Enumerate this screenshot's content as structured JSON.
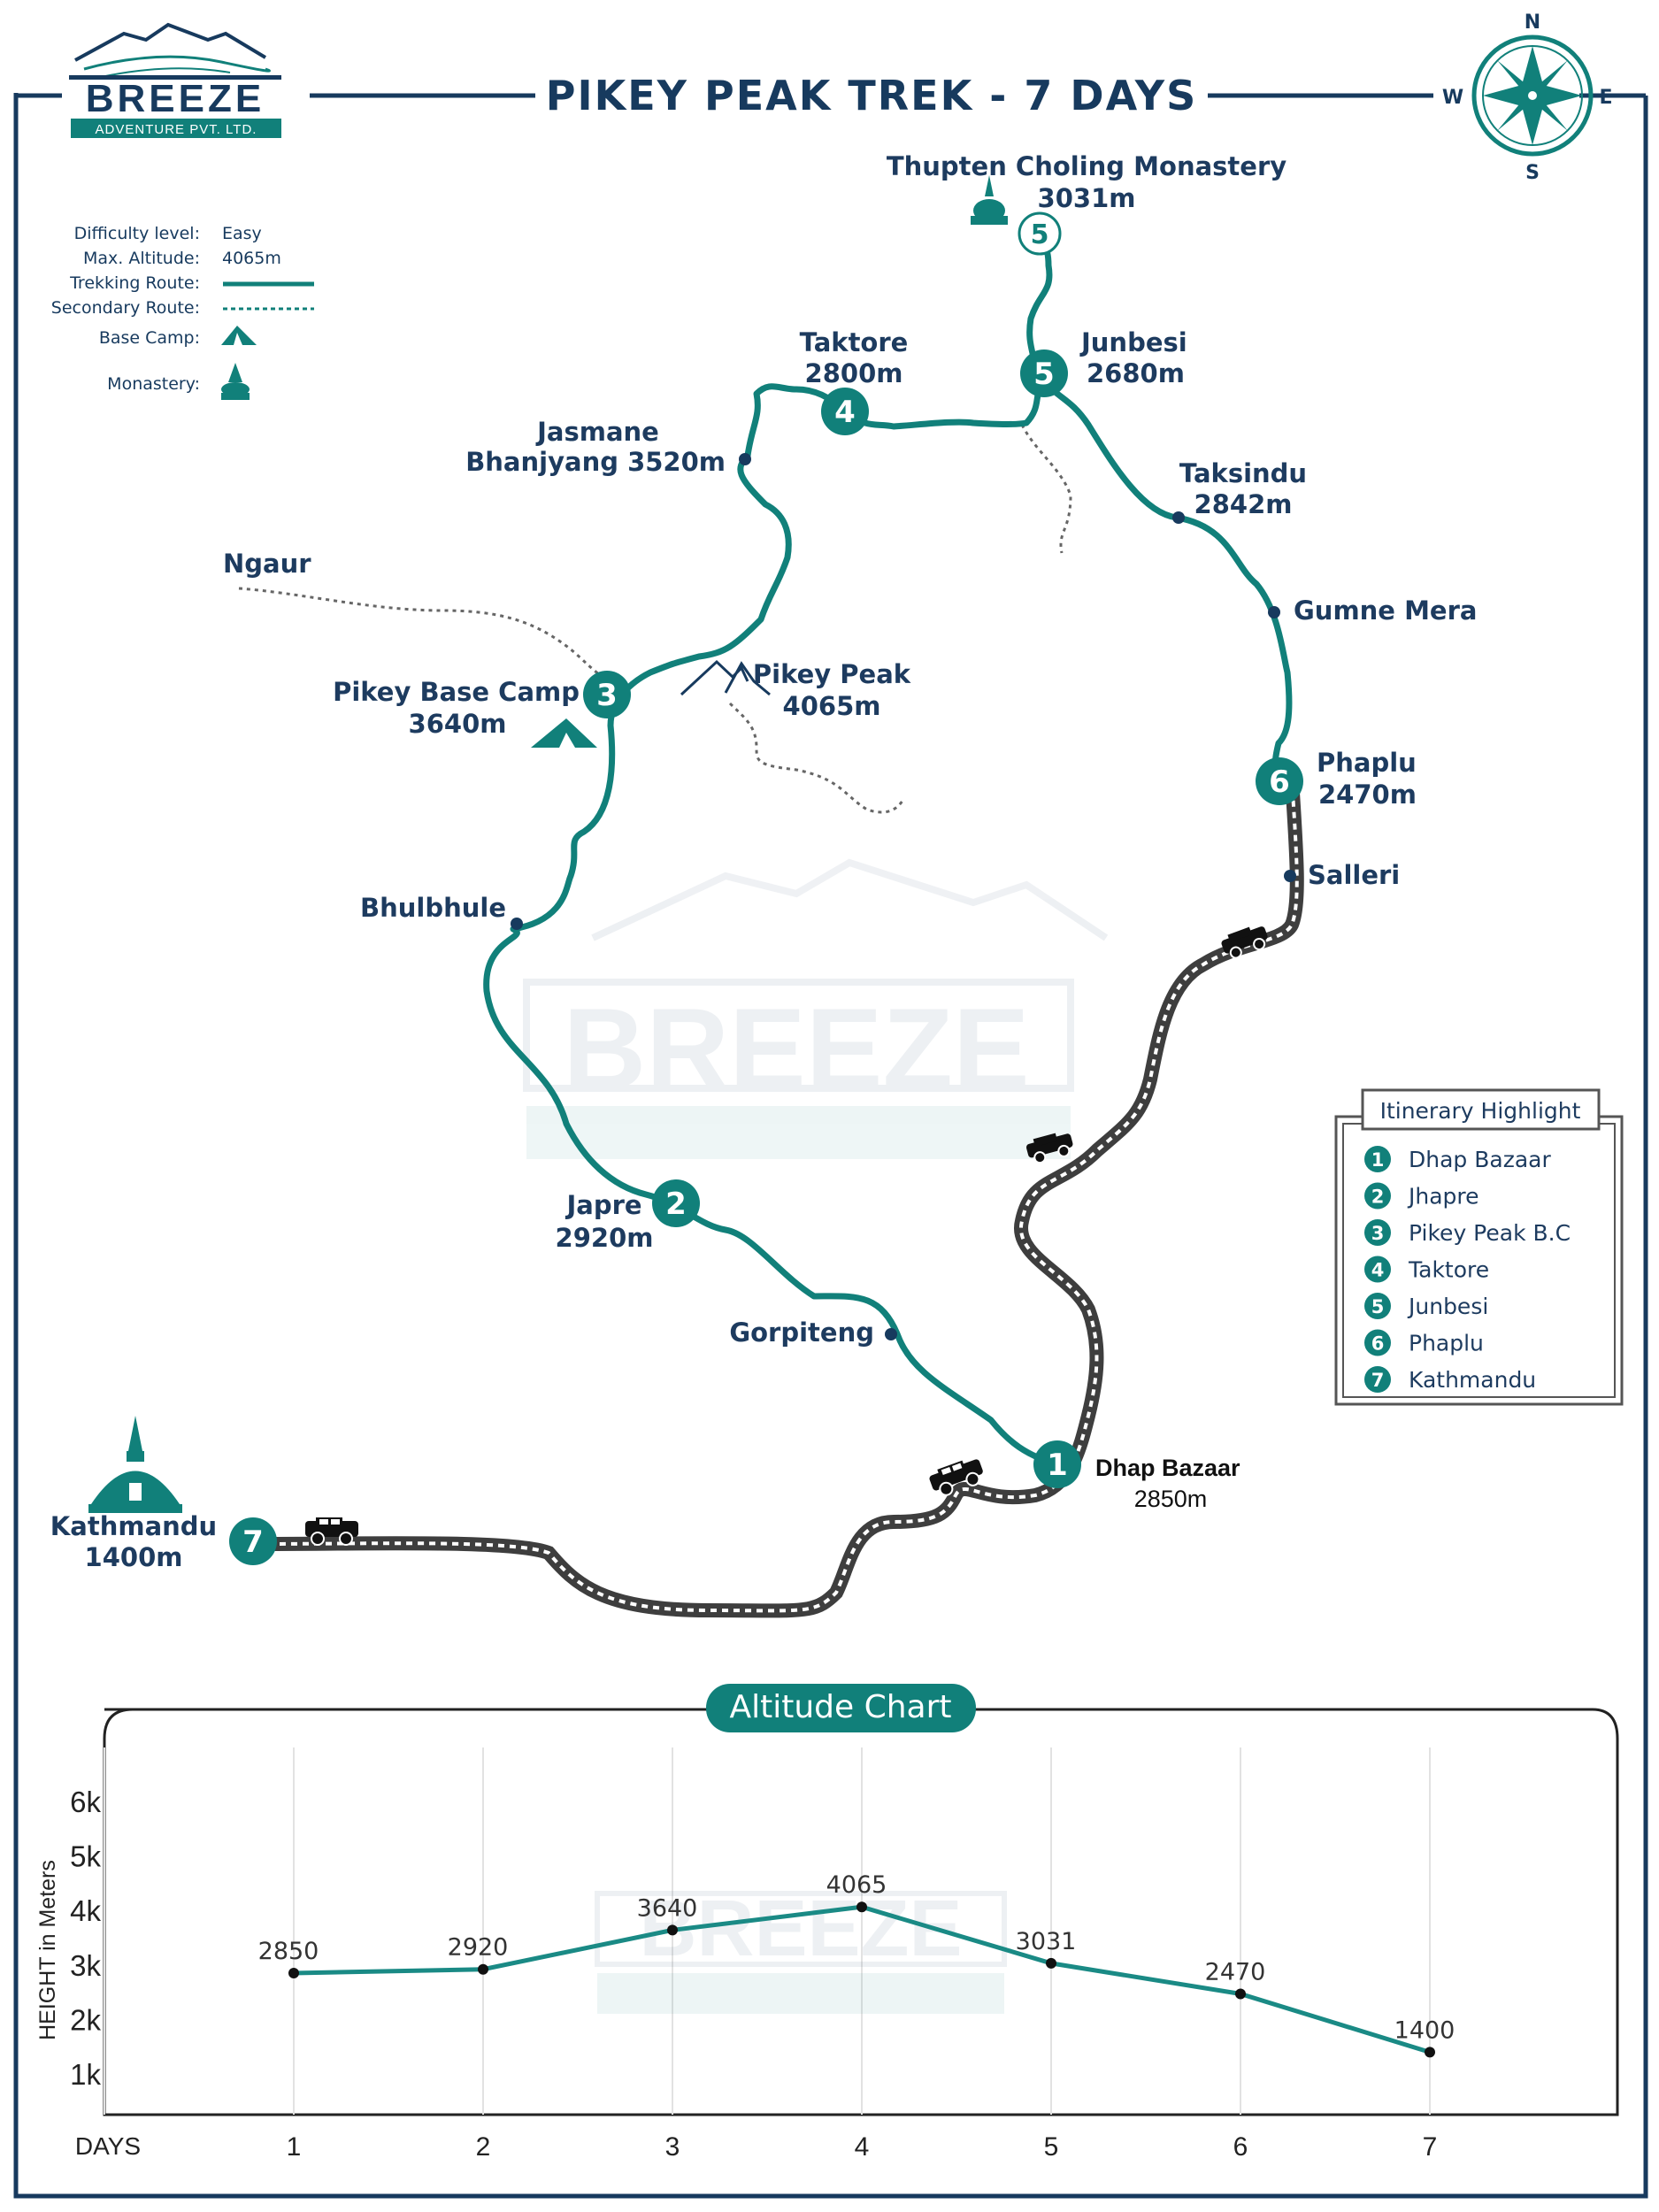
{
  "title": "PIKEY PEAK TREK - 7 DAYS",
  "logo": {
    "name": "BREEZE",
    "sub": "ADVENTURE PVT. LTD."
  },
  "compass": {
    "n": "N",
    "s": "S",
    "e": "E",
    "w": "W"
  },
  "legend": {
    "difficulty_label": "Difficulty level:",
    "difficulty_value": "Easy",
    "altitude_label": "Max. Altitude:",
    "altitude_value": "4065m",
    "trekking_label": "Trekking Route:",
    "secondary_label": "Secondary Route:",
    "basecamp_label": "Base Camp:",
    "monastery_label": "Monastery:"
  },
  "places": {
    "thupten_name": "Thupten Choling Monastery",
    "thupten_alt": "3031m",
    "taktore_name": "Taktore",
    "taktore_alt": "2800m",
    "junbesi_name": "Junbesi",
    "junbesi_alt": "2680m",
    "jasmane_name": "Jasmane",
    "jasmane_alt": "Bhanjyang 3520m",
    "taksindu_name": "Taksindu",
    "taksindu_alt": "2842m",
    "ngaur": "Ngaur",
    "gumne": "Gumne Mera",
    "pikeybc_name": "Pikey Base Camp",
    "pikeybc_alt": "3640m",
    "pikeypeak_name": "Pikey Peak",
    "pikeypeak_alt": "4065m",
    "phaplu_name": "Phaplu",
    "phaplu_alt": "2470m",
    "salleri": "Salleri",
    "bhulbhule": "Bhulbhule",
    "japre_name": "Japre",
    "japre_alt": "2920m",
    "gorpiteng": "Gorpiteng",
    "dhap_name": "Dhap Bazaar",
    "dhap_alt": "2850m",
    "ktm_name": "Kathmandu",
    "ktm_alt": "1400m"
  },
  "markers": [
    "1",
    "2",
    "3",
    "4",
    "5",
    "6",
    "7",
    "5"
  ],
  "itinerary": {
    "title": "Itinerary Highlight",
    "items": [
      {
        "n": "1",
        "label": "Dhap Bazaar"
      },
      {
        "n": "2",
        "label": "Jhapre"
      },
      {
        "n": "3",
        "label": "Pikey Peak B.C"
      },
      {
        "n": "4",
        "label": "Taktore"
      },
      {
        "n": "5",
        "label": "Junbesi"
      },
      {
        "n": "6",
        "label": "Phaplu"
      },
      {
        "n": "7",
        "label": "Kathmandu"
      }
    ]
  },
  "chart_data": {
    "type": "line",
    "title": "Altitude Chart",
    "xlabel": "DAYS",
    "ylabel": "HEIGHT in Meters",
    "x": [
      1,
      2,
      3,
      4,
      5,
      6,
      7
    ],
    "values": [
      2850,
      2920,
      3640,
      4065,
      3031,
      2470,
      1400
    ],
    "value_labels": [
      "2850",
      "2920",
      "3640",
      "4065",
      "3031",
      "2470",
      "1400"
    ],
    "yticks": [
      "1k",
      "2k",
      "3k",
      "4k",
      "5k",
      "6k"
    ],
    "ytick_values": [
      1000,
      2000,
      3000,
      4000,
      5000,
      6000
    ],
    "line_color": "#1a8a85",
    "grid": "vertical"
  },
  "colors": {
    "navy": "#173a5e",
    "teal": "#11807a",
    "road": "#4a4a4a"
  }
}
